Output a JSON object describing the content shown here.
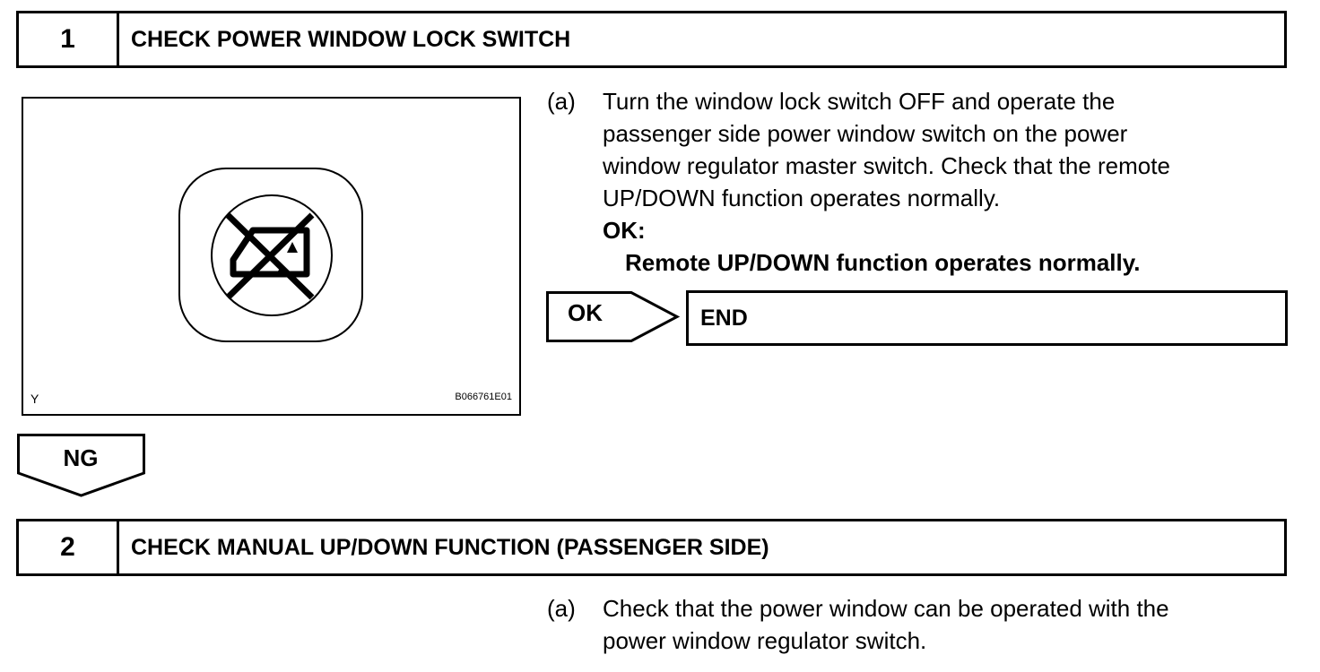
{
  "step1": {
    "number": "1",
    "title": "CHECK POWER WINDOW LOCK SWITCH"
  },
  "figure": {
    "corner_letter": "Y",
    "code": "B066761E01",
    "icon": "window-lock-prohibited-icon"
  },
  "instruction1": {
    "marker": "(a)",
    "lines": [
      "Turn the window lock switch OFF and operate the",
      "passenger side power window switch on the power",
      "window regulator master switch. Check that the remote",
      "UP/DOWN function operates normally."
    ],
    "ok_label": "OK:",
    "ok_result": "Remote UP/DOWN function operates normally."
  },
  "ok_branch": {
    "label": "OK",
    "target": "END"
  },
  "ng_branch": {
    "label": "NG"
  },
  "step2": {
    "number": "2",
    "title": "CHECK MANUAL UP/DOWN FUNCTION (PASSENGER SIDE)"
  },
  "instruction2": {
    "marker": "(a)",
    "lines": [
      "Check that the power window can be operated with the",
      "power window regulator switch."
    ]
  }
}
